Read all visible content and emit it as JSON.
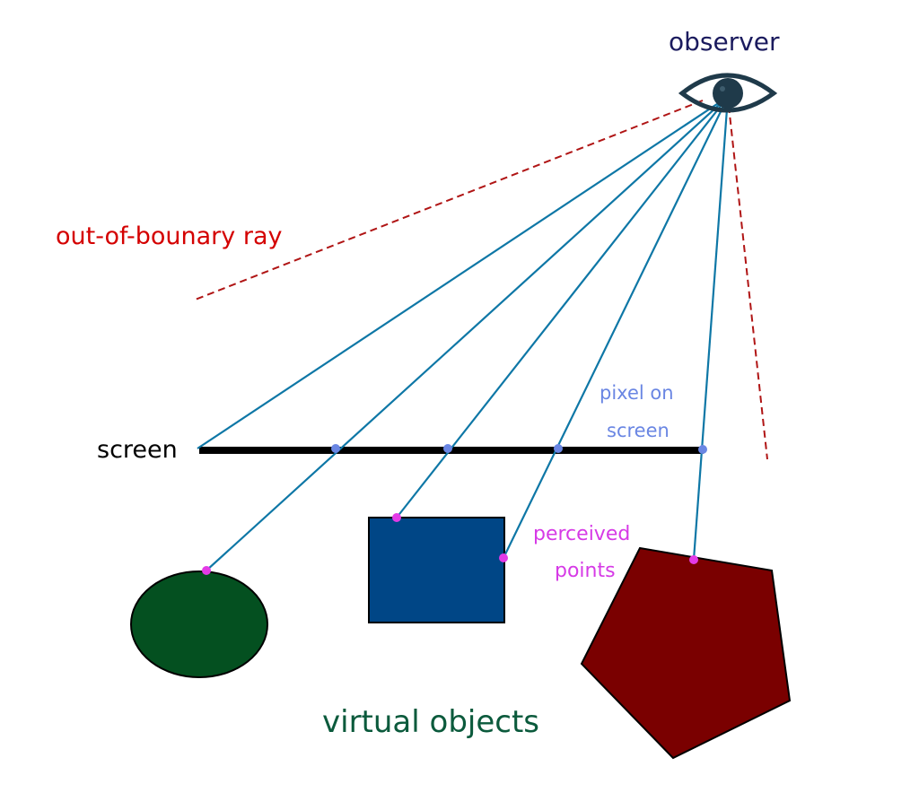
{
  "labels": {
    "observer": "observer",
    "out_of_boundary_ray": "out-of-bounary ray",
    "screen": "screen",
    "pixel_on_screen_line1": "pixel on",
    "pixel_on_screen_line2": "screen",
    "perceived_points_line1": "perceived",
    "perceived_points_line2": "points",
    "virtual_objects": "virtual objects"
  },
  "colors": {
    "ray": "#0e77a6",
    "out_of_boundary_ray": "#b01515",
    "screen": "#000000",
    "pixel_point": "#6a86e3",
    "perceived_point": "#e33ae6",
    "ellipse": "#045020",
    "rectangle": "#004686",
    "pentagon": "#7a0000",
    "eye": "#1f3a4a"
  }
}
